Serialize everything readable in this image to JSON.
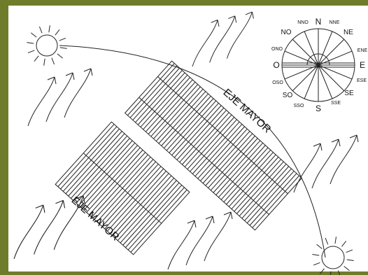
{
  "colors": {
    "frame": "#6f7d2a",
    "ink": "#222222",
    "background": "#ffffff"
  },
  "labels": {
    "axis_upper": "EJE MAYOR",
    "axis_lower": "EJE MAYOR"
  },
  "compass": {
    "N": "N",
    "NNE": "NNE",
    "NE": "NE",
    "ENE": "ENE",
    "E": "E",
    "ESE": "ESE",
    "SE": "SE",
    "SSE": "SSE",
    "S": "S",
    "SSO": "SSO",
    "SO": "SO",
    "OSO": "OSO",
    "O": "O",
    "ONO": "ONO",
    "NO": "NO",
    "NNO": "NNO"
  },
  "icons": [
    "sun-icon",
    "wind-gust-icon"
  ]
}
